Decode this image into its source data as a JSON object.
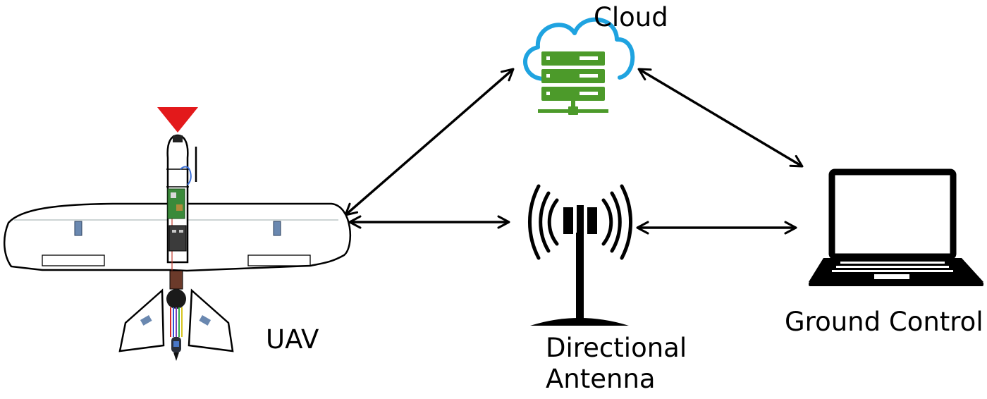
{
  "nodes": {
    "cloud": {
      "label": "Cloud",
      "icon": "cloud-server-icon"
    },
    "uav": {
      "label": "UAV",
      "icon": "uav-airplane-icon"
    },
    "antenna": {
      "label_line1": "Directional",
      "label_line2": "Antenna",
      "icon": "directional-antenna-icon"
    },
    "ground": {
      "label": "Ground Control",
      "icon": "laptop-icon"
    }
  },
  "links": [
    {
      "from": "UAV",
      "to": "Cloud",
      "direction": "bidirectional"
    },
    {
      "from": "Cloud",
      "to": "Ground Control",
      "direction": "bidirectional"
    },
    {
      "from": "UAV",
      "to": "Directional Antenna",
      "direction": "bidirectional"
    },
    {
      "from": "Directional Antenna",
      "to": "Ground Control",
      "direction": "bidirectional"
    }
  ],
  "colors": {
    "cloud_outline": "#1fa3e0",
    "server_green": "#4c9a2a",
    "nose_marker_red": "#e3191b",
    "pcb_green": "#3a8a3a",
    "line_black": "#000000"
  }
}
